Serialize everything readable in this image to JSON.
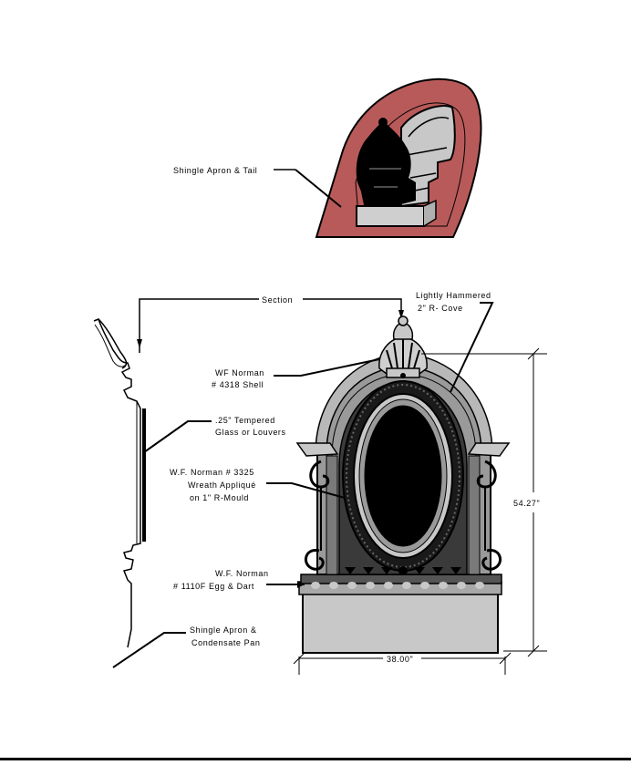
{
  "labels": {
    "top_apron": "Shingle Apron & Tail",
    "section": "Section",
    "cove_1": "Lightly Hammered",
    "cove_2": "2\" R- Cove",
    "shell_1": "WF Norman",
    "shell_2": "# 4318 Shell",
    "glass_1": ".25\" Tempered",
    "glass_2": "Glass or Louvers",
    "wreath_1": "W.F. Norman # 3325",
    "wreath_2": "Wreath Appliqué",
    "wreath_3": "on 1\" R-Mould",
    "egg_1": "W.F. Norman",
    "egg_2": "# 1110F Egg & Dart",
    "apron_1": "Shingle Apron &",
    "apron_2": "Condensate Pan"
  },
  "dimensions": {
    "height": "54.27\"",
    "width": "38.00\""
  },
  "colors": {
    "roof": "#b95a5a",
    "ink": "#000000",
    "frame_gray": "#9a9a9a",
    "light_gray": "#c8c8c8",
    "glass": "#000000"
  }
}
